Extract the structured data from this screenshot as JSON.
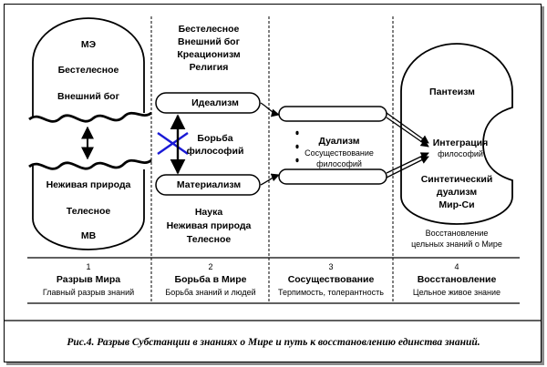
{
  "column1": {
    "top": [
      "МЭ",
      "Бестелесное",
      "Внешний бог"
    ],
    "bottom": [
      "Неживая природа",
      "Телесное",
      "МВ"
    ]
  },
  "column2": {
    "top": [
      "Бестелесное",
      "Внешний бог",
      "Креационизм",
      "Религия"
    ],
    "idealism": "Идеализм",
    "struggle": [
      "Борьба",
      "философий"
    ],
    "materialism": "Материализм",
    "bottom": [
      "Наука",
      "Неживая природа",
      "Телесное"
    ]
  },
  "column3": {
    "dualism": "Дуализм",
    "coexistence": [
      "Сосуществование",
      "философий"
    ]
  },
  "column4": {
    "pantheism": "Пантеизм",
    "integration": "Интеграция",
    "integration_sub": "философий",
    "synthetic": [
      "Синтетический",
      "дуализм",
      "Мир-Си"
    ],
    "restoration": [
      "Восстановление",
      "цельных знаний о Мире"
    ]
  },
  "footer": [
    {
      "num": "1",
      "title": "Разрыв Мира",
      "subtitle": "Главный разрыв знаний"
    },
    {
      "num": "2",
      "title": "Борьба в Мире",
      "subtitle": "Борьба знаний и людей"
    },
    {
      "num": "3",
      "title": "Сосуществование",
      "subtitle": "Терпимость, толерантность"
    },
    {
      "num": "4",
      "title": "Восстановление",
      "subtitle": "Цельное живое знание"
    }
  ],
  "caption": "Рис.4. Разрыв Субстанции в знаниях о Мире и путь к восстановлению единства знаний."
}
